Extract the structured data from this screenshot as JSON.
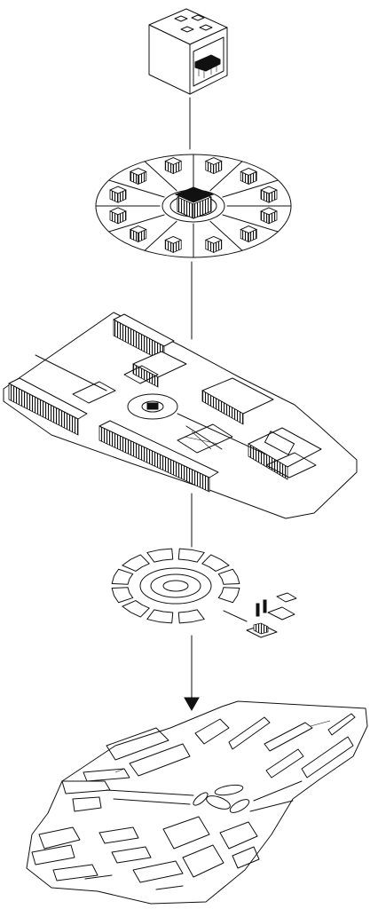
{
  "diagram": {
    "style": "black line drawing on white",
    "colors": {
      "line": "#111111",
      "background": "#ffffff"
    },
    "layers": [
      {
        "id": "cube",
        "connector": "line"
      },
      {
        "id": "roundabout-ring",
        "connector": "line"
      },
      {
        "id": "urban-district",
        "connector": "line"
      },
      {
        "id": "ring-fragments",
        "connector": "arrow"
      },
      {
        "id": "street-plan"
      }
    ]
  }
}
